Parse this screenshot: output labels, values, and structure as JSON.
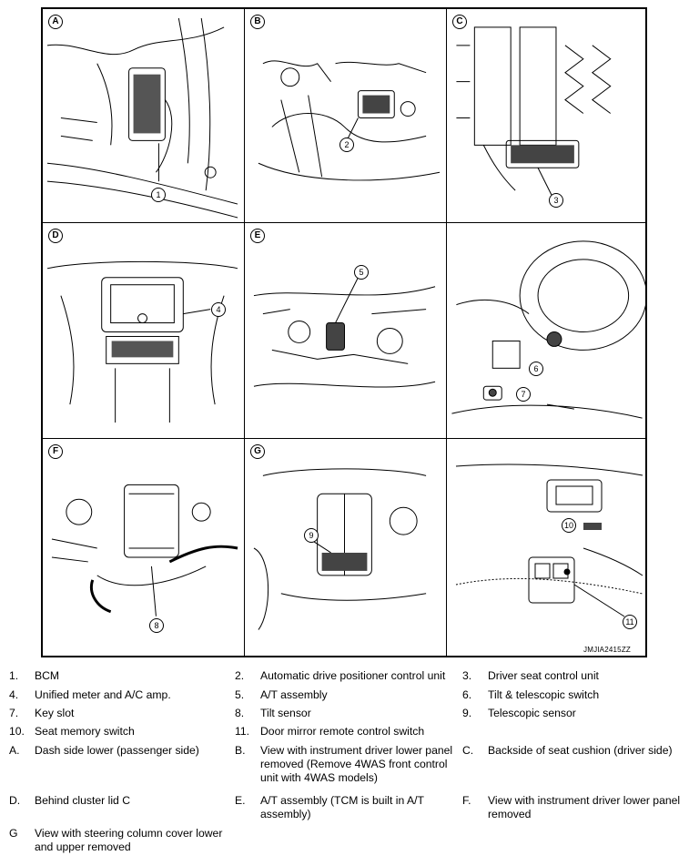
{
  "figure": {
    "code": "JMJIA2415ZZ",
    "panels": [
      {
        "letter": "A",
        "callouts": [
          "1"
        ]
      },
      {
        "letter": "B",
        "callouts": [
          "2"
        ]
      },
      {
        "letter": "C",
        "callouts": [
          "3"
        ]
      },
      {
        "letter": "D",
        "callouts": [
          "4"
        ]
      },
      {
        "letter": "E",
        "callouts": [
          "5"
        ]
      },
      {
        "letter": "",
        "callouts": [
          "6",
          "7"
        ]
      },
      {
        "letter": "F",
        "callouts": [
          "8"
        ]
      },
      {
        "letter": "G",
        "callouts": [
          "9"
        ]
      },
      {
        "letter": "",
        "callouts": [
          "10",
          "11"
        ]
      }
    ]
  },
  "legend": [
    {
      "key": "1.",
      "text": "BCM"
    },
    {
      "key": "2.",
      "text": "Automatic drive positioner control unit"
    },
    {
      "key": "3.",
      "text": "Driver seat control unit"
    },
    {
      "key": "4.",
      "text": "Unified meter and A/C amp."
    },
    {
      "key": "5.",
      "text": "A/T assembly"
    },
    {
      "key": "6.",
      "text": "Tilt & telescopic switch"
    },
    {
      "key": "7.",
      "text": "Key slot"
    },
    {
      "key": "8.",
      "text": "Tilt sensor"
    },
    {
      "key": "9.",
      "text": "Telescopic sensor"
    },
    {
      "key": "10.",
      "text": "Seat memory switch"
    },
    {
      "key": "11.",
      "text": "Door mirror remote control switch"
    },
    {
      "key": "A.",
      "text": "Dash side lower (passenger side)"
    },
    {
      "key": "B.",
      "text": "View with instrument driver lower panel removed (Remove 4WAS front control unit with 4WAS models)"
    },
    {
      "key": "C.",
      "text": "Backside of seat cushion (driver side)"
    },
    {
      "key": "D.",
      "text": "Behind cluster lid C"
    },
    {
      "key": "E.",
      "text": "A/T assembly (TCM is built in A/T assembly)"
    },
    {
      "key": "F.",
      "text": "View with instrument driver lower panel removed"
    },
    {
      "key": "G",
      "text": "View with steering column cover lower and upper removed"
    }
  ]
}
